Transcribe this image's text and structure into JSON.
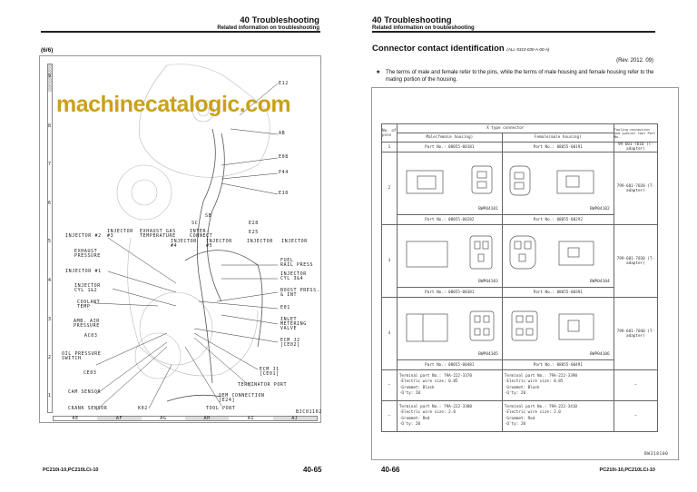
{
  "left_page": {
    "header": {
      "title": "40 Troubleshooting",
      "subtitle": "Related information on troubleshooting"
    },
    "section": "(6/6)",
    "diagram_labels": [
      "E12",
      "AB",
      "E08",
      "P44",
      "E10",
      "SB",
      "SC",
      "E28",
      "E25",
      "INJECTOR #2",
      "INJECTOR\n#3",
      "EXHAUST GAS\nTEMPERATURE",
      "INTER-\nCONNECT",
      "INJECTOR\n#4",
      "INJECTOR\n#5",
      "INJECTOR",
      "INJECTOR",
      "EXHAUST\nPRESSURE",
      "FUEL\nRAIL PRESS",
      "INJECTOR #1",
      "INJECTOR\nCYL 3&4",
      "INJECTOR\nCYL 1&2",
      "BOOST PRESS.\n& INT",
      "COOLANT\nTEMP",
      "E01",
      "AMB. AIR\nPRESSURE",
      "INLET\nMETERING\nVALVE",
      "AC03",
      "ECM J2\n[CE02]",
      "OIL PRESSURE\nSWITCH",
      "ECM J1\n[CE01]",
      "CE03",
      "TERMINATOR PORT",
      "CAM SENSOR",
      "OEM CONNECTION\n[E24]",
      "CRANK SENSOR",
      "K02",
      "TOOL PORT"
    ],
    "drawing_code": "BJC01102",
    "ruler_cols": [
      "AE",
      "AF",
      "AG",
      "AH",
      "AI",
      "AJ"
    ],
    "ruler_rows": [
      "9",
      "8",
      "7",
      "6",
      "5",
      "4",
      "3",
      "2",
      "1"
    ],
    "footer_model": "PC210i-10,PC210LCi-10",
    "page_number": "40-65"
  },
  "watermark": "machinecatalogic.com",
  "right_page": {
    "header": {
      "title": "40 Troubleshooting",
      "subtitle": "Related information on troubleshooting"
    },
    "title": "Connector contact identification",
    "code": "(ALL-5310-030-A-00-A)",
    "revision": "(Rev. 2012. 09)",
    "note_bullet": "★",
    "note": "The terms of male and female refer to the pins, while the terms of male housing and female housing refer to the mating portion of the housing.",
    "table": {
      "h_pins": "No. of pins",
      "h_type": "X type connector",
      "h_male": "Male(female housing)",
      "h_female": "Female(male housing)",
      "h_tool": "Tooling connection and special tool Part No.",
      "rows": [
        {
          "pins": "1",
          "male": "Part No.: 08055-00181",
          "female": "Part No.: 08055-00191",
          "tool": "99-601-7010 (T-adapter)"
        },
        {
          "pins": "2",
          "male_img": "BWP04101",
          "female_img": "BWP04102",
          "tool": "799-601-7020 (T-adapter)",
          "male_part": "Part No.: 08055-00282",
          "female_part": "Part No.: 08055-00292"
        },
        {
          "pins": "3",
          "male_img": "BWP04103",
          "female_img": "BWP04104",
          "tool": "799-601-7030 (T-adapter)",
          "male_part": "Part No.: 08055-00381",
          "female_part": "Part No.: 08055-00391"
        },
        {
          "pins": "4",
          "male_img": "BWP04105",
          "female_img": "BWP04106",
          "tool": "799-601-7040 (T-adapter)",
          "male_part": "Part No.: 08055-00481",
          "female_part": "Part No.: 08055-00491"
        }
      ],
      "terminals": [
        {
          "pins": "—",
          "male": [
            "Terminal part No.: 79A-222-3370",
            "·Electric wire size: 0.85",
            "·Grommet: Black",
            "·Q'ty: 20"
          ],
          "female": [
            "Terminal part No.: 79A-222-3390",
            "·Electric wire size: 0.85",
            "·Grommet: Black",
            "·Q'ty: 20"
          ],
          "tool": "—"
        },
        {
          "pins": "—",
          "male": [
            "Terminal part No.: 79A-222-3380",
            "·Electric wire size: 2.0",
            "·Grommet: Red",
            "·Q'ty: 20"
          ],
          "female": [
            "Terminal part No.: 79A-222-3410",
            "·Electric wire size: 2.0",
            "·Grommet: Red",
            "·Q'ty: 20"
          ],
          "tool": "—"
        }
      ]
    },
    "figure_code": "BW318100",
    "footer_model": "PC210i-10,PC210LCi-10",
    "page_number": "40-66"
  }
}
